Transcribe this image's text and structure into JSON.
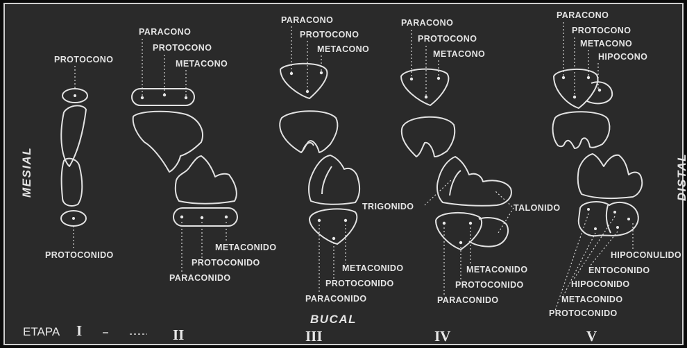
{
  "side_labels": {
    "mesial": "MESIAL",
    "distal": "DISTAL",
    "bucal": "BUCAL"
  },
  "stage_prefix": "ETAPA",
  "stages": [
    {
      "roman": "I",
      "upper_labels": [
        "PROTOCONO"
      ],
      "lower_labels": [
        "PROTOCONIDO"
      ]
    },
    {
      "roman": "II",
      "upper_labels": [
        "PARACONO",
        "PROTOCONO",
        "METACONO"
      ],
      "lower_labels": [
        "METACONIDO",
        "PROTOCONIDO",
        "PARACONIDO"
      ]
    },
    {
      "roman": "III",
      "upper_labels": [
        "PARACONO",
        "PROTOCONO",
        "METACONO"
      ],
      "lower_labels": [
        "METACONIDO",
        "PROTOCONIDO",
        "PARACONIDO"
      ]
    },
    {
      "roman": "IV",
      "upper_labels": [
        "PARACONO",
        "PROTOCONO",
        "METACONO"
      ],
      "lower_labels": [
        "METACONIDO",
        "PROTOCONIDO",
        "PARACONIDO"
      ],
      "extra_labels": [
        "TRIGONIDO",
        "TALONIDO"
      ]
    },
    {
      "roman": "V",
      "upper_labels": [
        "PARACONO",
        "PROTOCONO",
        "METACONO",
        "HIPOCONO"
      ],
      "lower_labels": [
        "HIPOCONULIDO",
        "ENTOCONIDO",
        "HIPOCONIDO",
        "METACONIDO",
        "PROTOCONIDO"
      ]
    }
  ]
}
